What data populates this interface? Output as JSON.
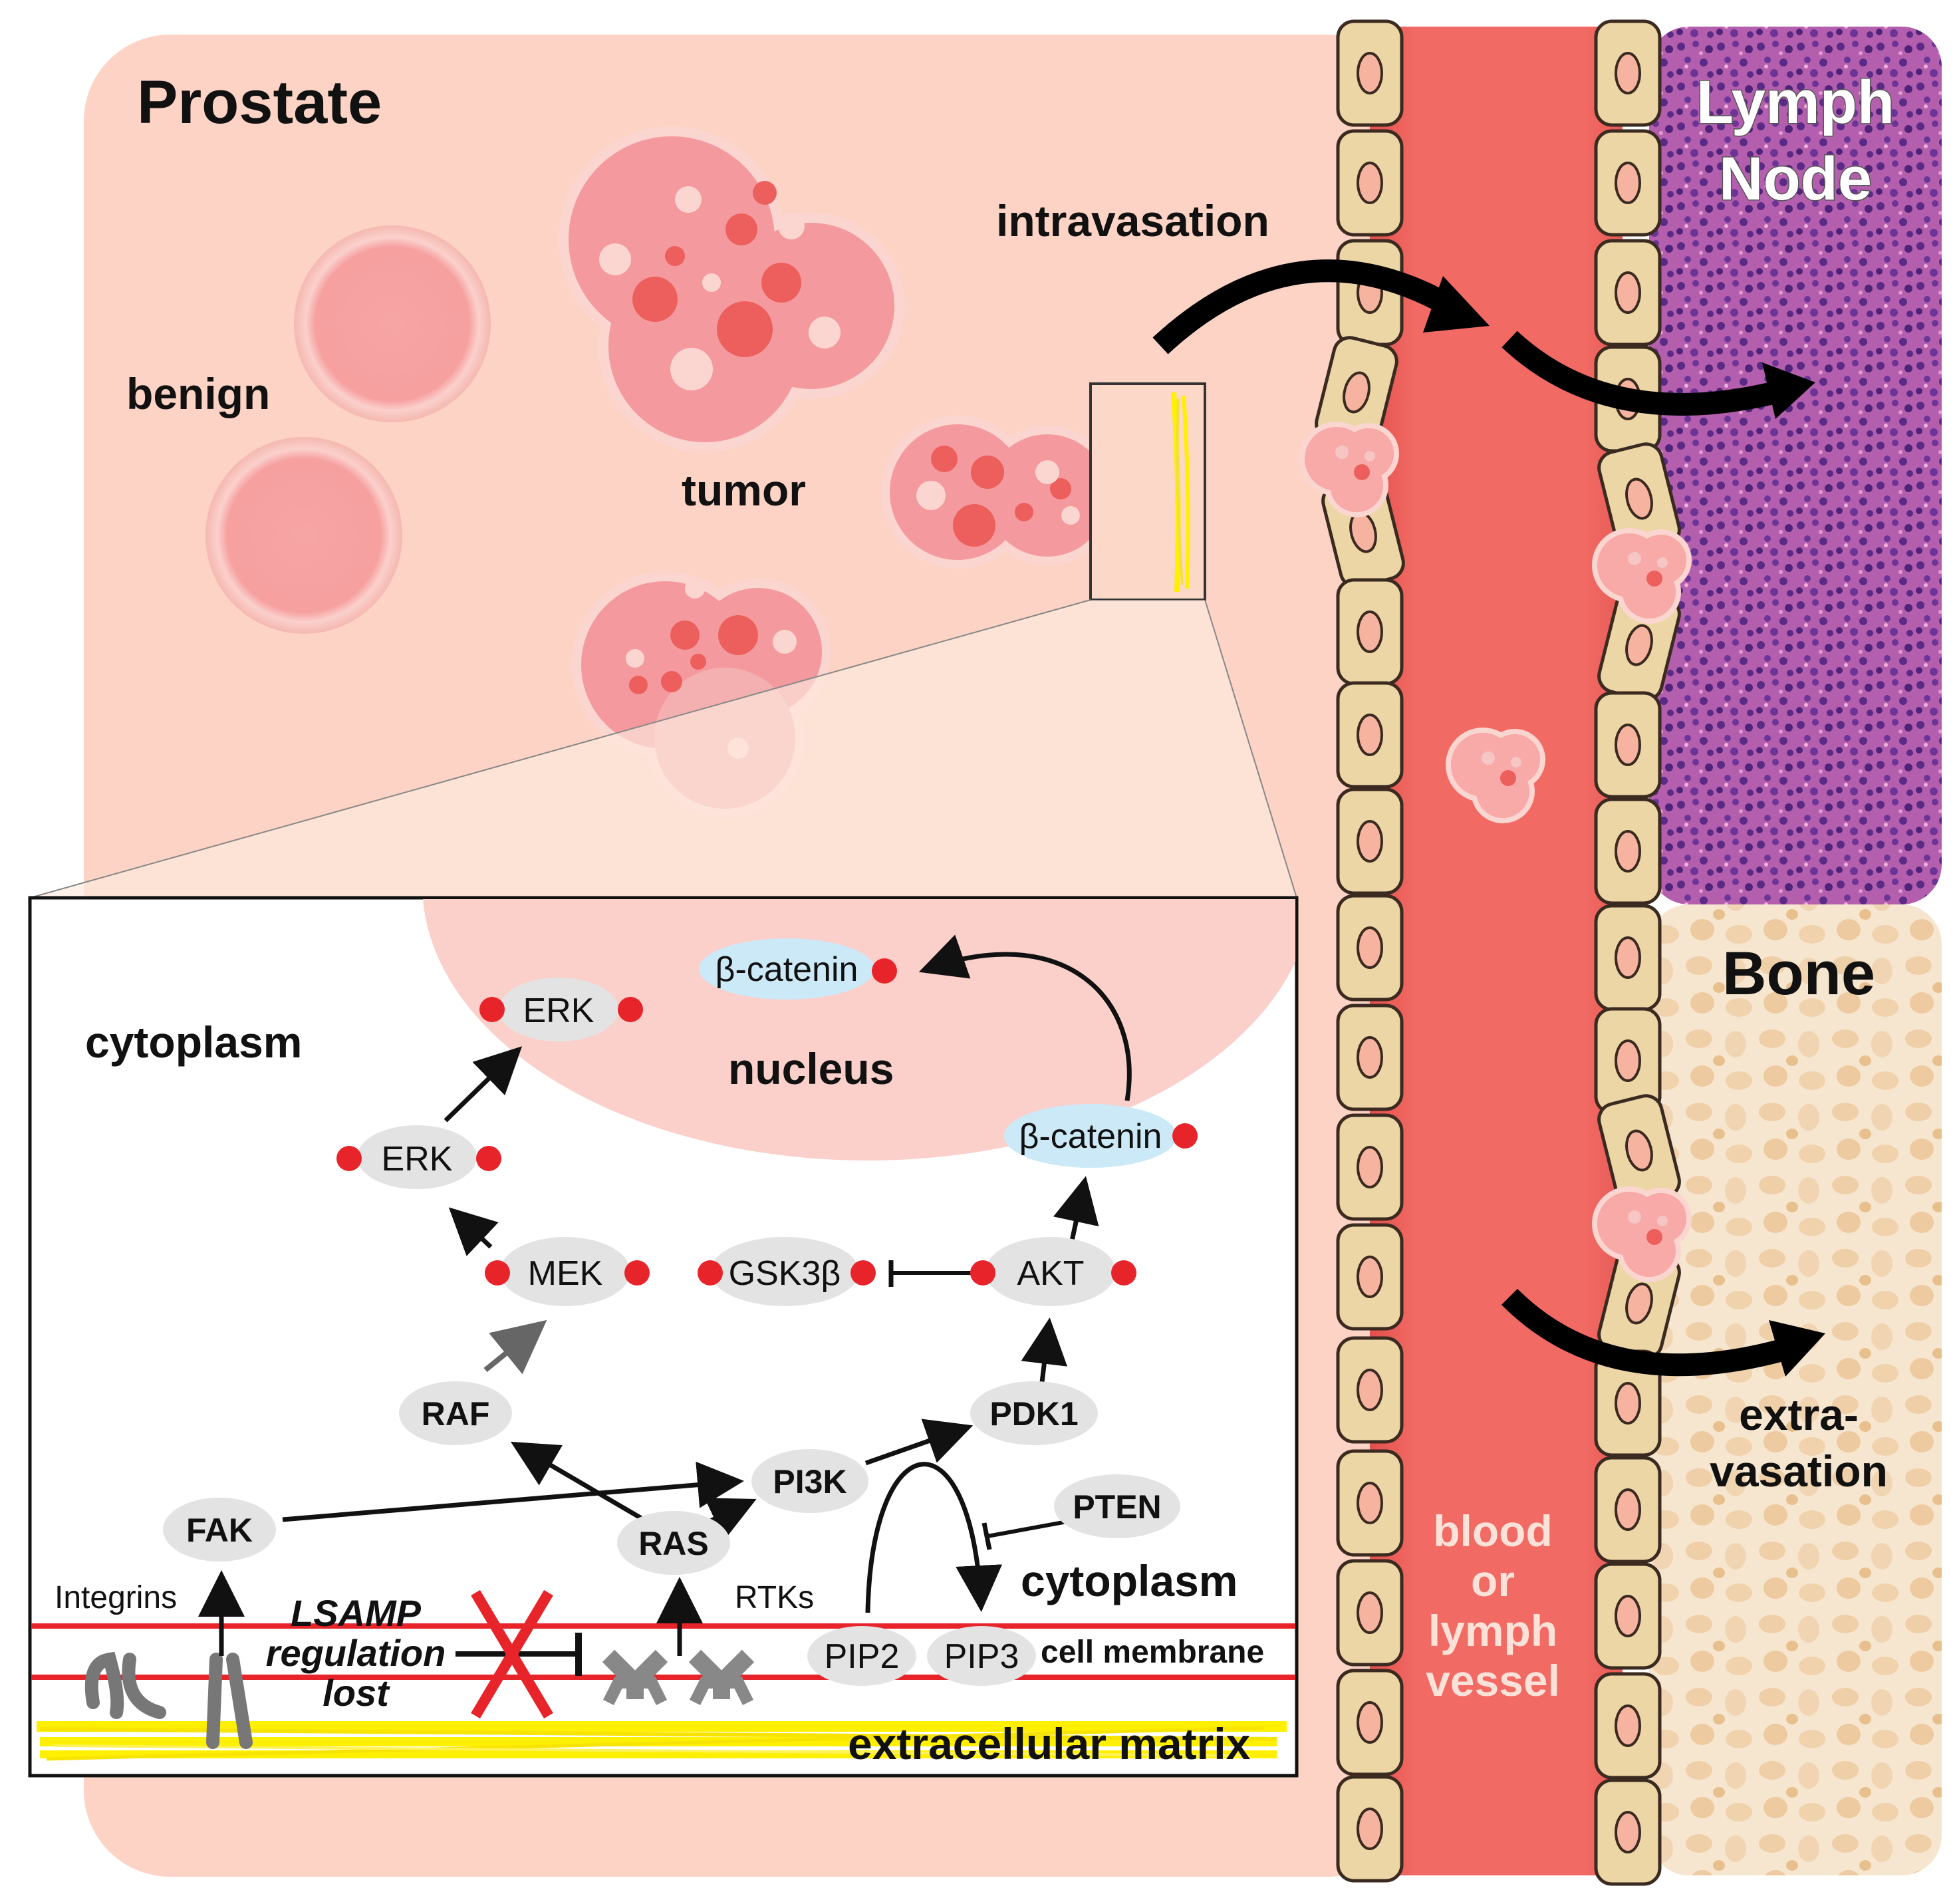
{
  "regions": {
    "prostate": "Prostate",
    "lymph_node": [
      "Lymph",
      "Node"
    ],
    "bone": "Bone",
    "vessel": [
      "blood",
      "or",
      "lymph",
      "vessel"
    ]
  },
  "labels": {
    "benign": "benign",
    "tumor": "tumor",
    "intravasation": "intravasation",
    "extravasation": [
      "extra-",
      "vasation"
    ]
  },
  "inset": {
    "cytoplasm_top": "cytoplasm",
    "nucleus": "nucleus",
    "cytoplasm_bottom": "cytoplasm",
    "cell_membrane": "cell membrane",
    "extracellular_matrix": "extracellular matrix",
    "integrins": "Integrins",
    "rtks": "RTKs",
    "lsamp": [
      "LSAMP",
      "regulation",
      "lost"
    ]
  },
  "nodes": {
    "beta_catenin_nuclear": "β-catenin",
    "erk_nuclear": "ERK",
    "erk": "ERK",
    "beta_catenin": "β-catenin",
    "mek": "MEK",
    "gsk3b": "GSK3β",
    "akt": "AKT",
    "raf": "RAF",
    "pdk1": "PDK1",
    "pi3k": "PI3K",
    "pten": "PTEN",
    "fak": "FAK",
    "ras": "RAS",
    "pip2": "PIP2",
    "pip3": "PIP3"
  },
  "colors": {
    "prostate_bg": "#fcd3c5",
    "vessel": "#f26a64",
    "phospho_dot": "#e8242b",
    "membrane": "#e8242b",
    "matrix": "#ffef00",
    "endothelial": "#ecd6a6",
    "lymph_node": "#7a3b8f",
    "bone": "#f6e6cf",
    "node_fill": "#e3e3e3",
    "nuclear_node_fill": "#cce9f7"
  }
}
